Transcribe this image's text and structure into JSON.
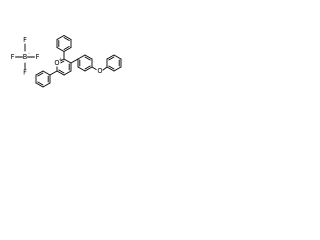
{
  "molecule": {
    "anion": {
      "center": "B",
      "center_charge": "-",
      "ligand": "F"
    },
    "cation": {
      "heteroatom": "O",
      "heteroatom_charge": "+"
    }
  },
  "colors": {
    "bond": "#000000",
    "label": "#000000",
    "background": "#ffffff"
  }
}
